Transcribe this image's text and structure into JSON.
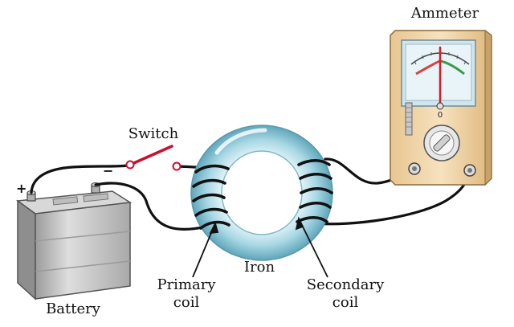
{
  "labels": {
    "ammeter": "Ammeter",
    "switch": "Switch",
    "iron": "Iron",
    "primary_line1": "Primary",
    "primary_line2": "coil",
    "secondary_line1": "Secondary",
    "secondary_line2": "coil",
    "battery": "Battery",
    "plus": "+",
    "minus": "−",
    "meter_zero": "0"
  },
  "colors": {
    "wire": "#111111",
    "switch_arm": "#c8102e",
    "iron_core": "#a8d8e4",
    "battery_body": "#c9c9c9",
    "ammeter_case": "#f2d9b0",
    "meter_needle": "#d41f2a",
    "meter_scale_red": "#d64040",
    "meter_scale_green": "#3a9a4a"
  },
  "icons": [
    "battery-icon",
    "switch-icon",
    "iron-ring-icon",
    "ammeter-icon"
  ]
}
